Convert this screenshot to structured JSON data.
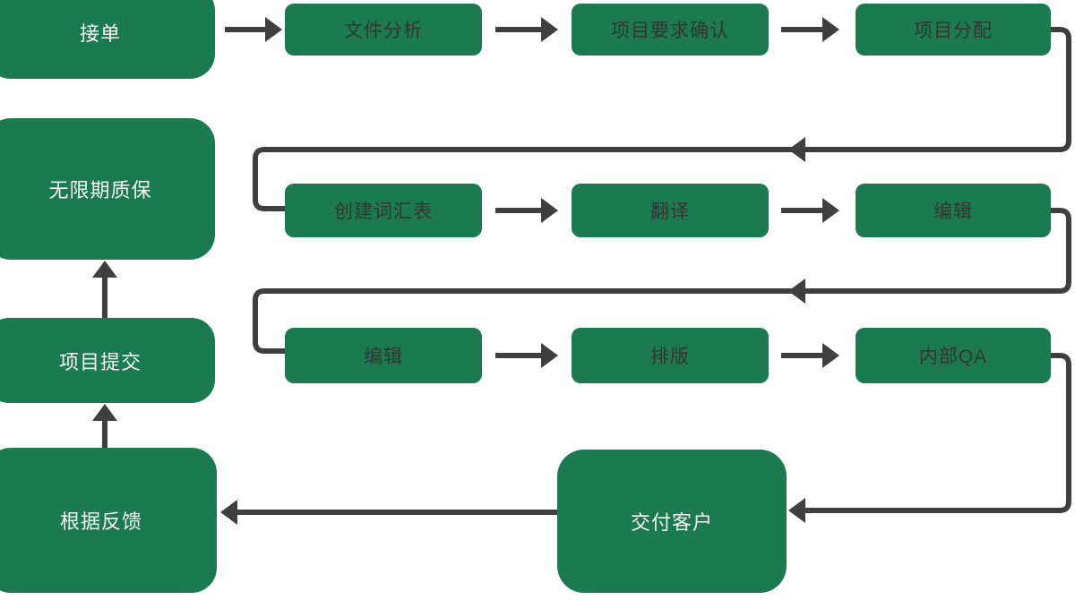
{
  "diagram": {
    "type": "flowchart",
    "colors": {
      "node_fill": "#1b7a50",
      "connector": "#3f3f3f",
      "small_node_text": "#343434",
      "big_node_text": "#f2f7f3",
      "background": "#ffffff"
    },
    "nodes": {
      "receive_order": {
        "label": "接单"
      },
      "file_analysis": {
        "label": "文件分析"
      },
      "confirm_requirements": {
        "label": "项目要求确认"
      },
      "assign_project": {
        "label": "项目分配"
      },
      "unlimited_warranty": {
        "label": "无限期质保"
      },
      "create_glossary": {
        "label": "创建词汇表"
      },
      "translation": {
        "label": "翻译"
      },
      "editing_1": {
        "label": "编辑"
      },
      "submit_project": {
        "label": "项目提交"
      },
      "editing_2": {
        "label": "编辑"
      },
      "typesetting": {
        "label": "排版"
      },
      "internal_qa": {
        "label": "内部QA"
      },
      "apply_feedback": {
        "label": "根据反馈"
      },
      "deliver_to_client": {
        "label": "交付客户"
      }
    },
    "edges": [
      {
        "from": "接单",
        "to": "文件分析"
      },
      {
        "from": "文件分析",
        "to": "项目要求确认"
      },
      {
        "from": "项目要求确认",
        "to": "项目分配"
      },
      {
        "from": "项目分配",
        "to": "创建词汇表"
      },
      {
        "from": "创建词汇表",
        "to": "翻译"
      },
      {
        "from": "翻译",
        "to": "编辑"
      },
      {
        "from": "编辑",
        "to": "编辑"
      },
      {
        "from": "编辑",
        "to": "排版"
      },
      {
        "from": "排版",
        "to": "内部QA"
      },
      {
        "from": "内部QA",
        "to": "交付客户"
      },
      {
        "from": "交付客户",
        "to": "根据反馈"
      },
      {
        "from": "根据反馈",
        "to": "项目提交"
      },
      {
        "from": "项目提交",
        "to": "无限期质保"
      }
    ]
  }
}
